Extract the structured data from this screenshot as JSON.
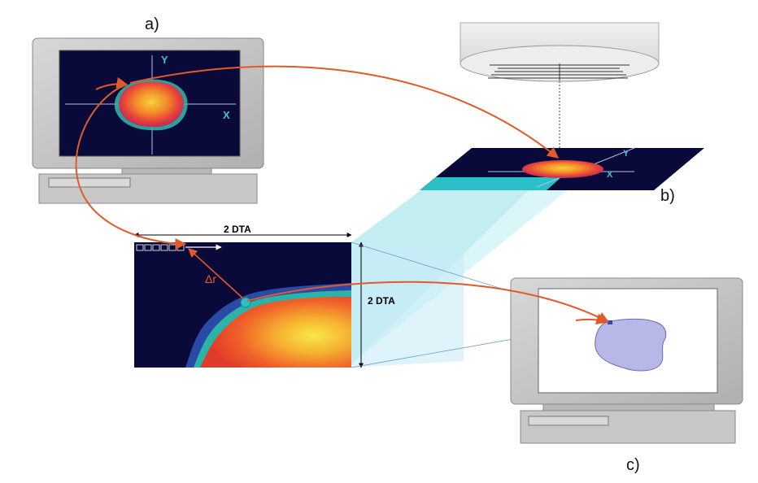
{
  "panel_labels": {
    "a": "a)",
    "b": "b)",
    "c": "c)"
  },
  "axis_labels": {
    "x": "X",
    "y": "Y"
  },
  "dimension_label": "2 DTA",
  "delta_label": "Δr",
  "colors": {
    "monitor_body": "#c8c8c8",
    "screen_dark": "#0a0a3a",
    "arrow": "#e05a2a",
    "axis_cyan": "#3fc1c9",
    "projection_fill": "#8fe0e8",
    "contour_fill": "#b8b8e8",
    "label_orange": "#e05a2a"
  }
}
